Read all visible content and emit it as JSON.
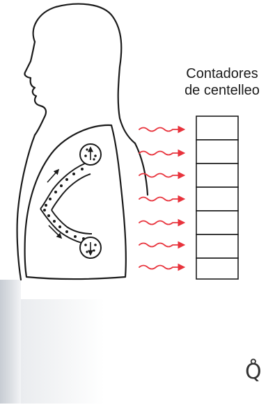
{
  "diagram": {
    "caption_line1": "Contadores",
    "caption_line2": "de centelleo",
    "corner_mark": "Q̊",
    "counter_cells": 7,
    "arrow_color": "#e8333c",
    "line_color": "#1a1a1a",
    "icons": [
      "scintillation-counter-icon",
      "emission-wave-arrow-icon",
      "particle-flow-arrow-icon"
    ]
  }
}
